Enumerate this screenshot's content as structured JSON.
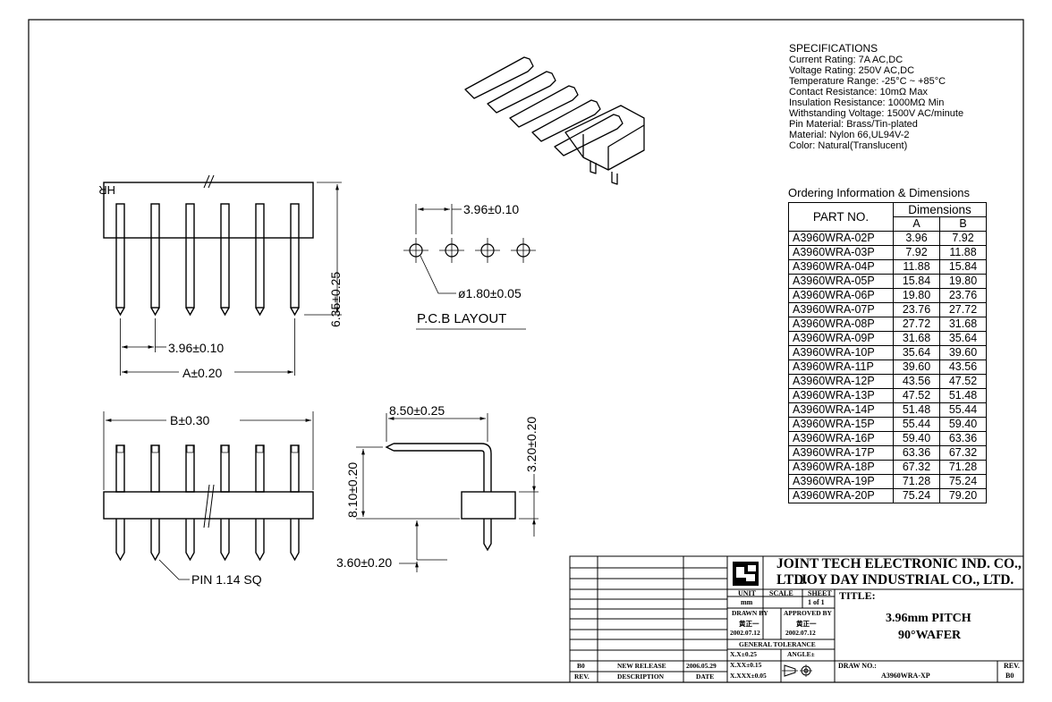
{
  "specifications": {
    "heading": "SPECIFICATIONS",
    "lines": [
      "Current Rating: 7A AC,DC",
      "Voltage Rating: 250V AC,DC",
      "Temperature Range: -25°C ~ +85°C",
      "Contact Resistance: 10mΩ Max",
      "Insulation Resistance: 1000MΩ Min",
      "Withstanding Voltage: 1500V AC/minute",
      "Pin Material: Brass/Tin-plated",
      "Material: Nylon 66,UL94V-2",
      "Color: Natural(Translucent)"
    ]
  },
  "ordering": {
    "heading": "Ordering Information & Dimensions",
    "col_part": "PART NO.",
    "col_dims": "Dimensions",
    "col_a": "A",
    "col_b": "B",
    "rows": [
      [
        "A3960WRA-02P",
        "3.96",
        "7.92"
      ],
      [
        "A3960WRA-03P",
        "7.92",
        "11.88"
      ],
      [
        "A3960WRA-04P",
        "11.88",
        "15.84"
      ],
      [
        "A3960WRA-05P",
        "15.84",
        "19.80"
      ],
      [
        "A3960WRA-06P",
        "19.80",
        "23.76"
      ],
      [
        "A3960WRA-07P",
        "23.76",
        "27.72"
      ],
      [
        "A3960WRA-08P",
        "27.72",
        "31.68"
      ],
      [
        "A3960WRA-09P",
        "31.68",
        "35.64"
      ],
      [
        "A3960WRA-10P",
        "35.64",
        "39.60"
      ],
      [
        "A3960WRA-11P",
        "39.60",
        "43.56"
      ],
      [
        "A3960WRA-12P",
        "43.56",
        "47.52"
      ],
      [
        "A3960WRA-13P",
        "47.52",
        "51.48"
      ],
      [
        "A3960WRA-14P",
        "51.48",
        "55.44"
      ],
      [
        "A3960WRA-15P",
        "55.44",
        "59.40"
      ],
      [
        "A3960WRA-16P",
        "59.40",
        "63.36"
      ],
      [
        "A3960WRA-17P",
        "63.36",
        "67.32"
      ],
      [
        "A3960WRA-18P",
        "67.32",
        "71.28"
      ],
      [
        "A3960WRA-19P",
        "71.28",
        "75.24"
      ],
      [
        "A3960WRA-20P",
        "75.24",
        "79.20"
      ]
    ]
  },
  "dimensions": {
    "hr_mark": "HR",
    "pitch_front": "3.96±0.10",
    "a_dim": "A±0.20",
    "height": "6.35±0.25",
    "pitch_pcb": "3.96±0.10",
    "hole_dia": "ø1.80±0.05",
    "pcb_layout": "P.C.B LAYOUT",
    "b_dim": "B±0.30",
    "pin_sq": "PIN 1.14 SQ",
    "side_len": "8.50±0.25",
    "side_h1": "8.10±0.20",
    "side_h2": "3.20±0.20",
    "side_tail": "3.60±0.20"
  },
  "title_block": {
    "company1": "JOINT TECH ELECTRONIC IND. CO., LTD.",
    "company2": "JOY DAY INDUSTRIAL CO., LTD.",
    "unit_label": "UNIT",
    "unit_value": "mm",
    "scale_label": "SCALE",
    "sheet_label": "SHEET",
    "sheet_value": "1 of 1",
    "title_label": "TITLE:",
    "title_line1": "3.96mm PITCH",
    "title_line2": "90°WAFER",
    "drawn_by_label": "DRAWN BY",
    "drawn_by_name": "黄正一",
    "drawn_date": "2002.07.12",
    "approved_by_label": "APPROVED BY",
    "approved_by_name": "黄正一",
    "approved_date": "2002.07.12",
    "general_tolerance": "GENERAL TOLERANCE",
    "tol1": "X.X±0.25",
    "tol2": "X.XX±0.15",
    "tol3": "X.XXX±0.05",
    "angle_label": "ANGLE±",
    "draw_no_label": "DRAW NO.:",
    "draw_no": "A3960WRA-XP",
    "rev_label": "REV.",
    "rev_value": "B0",
    "rev_col": "REV.",
    "desc_col": "DESCRIPTION",
    "date_col": "DATE",
    "rev_entry": "B0",
    "desc_entry": "NEW RELEASE",
    "date_entry": "2006.05.29"
  }
}
